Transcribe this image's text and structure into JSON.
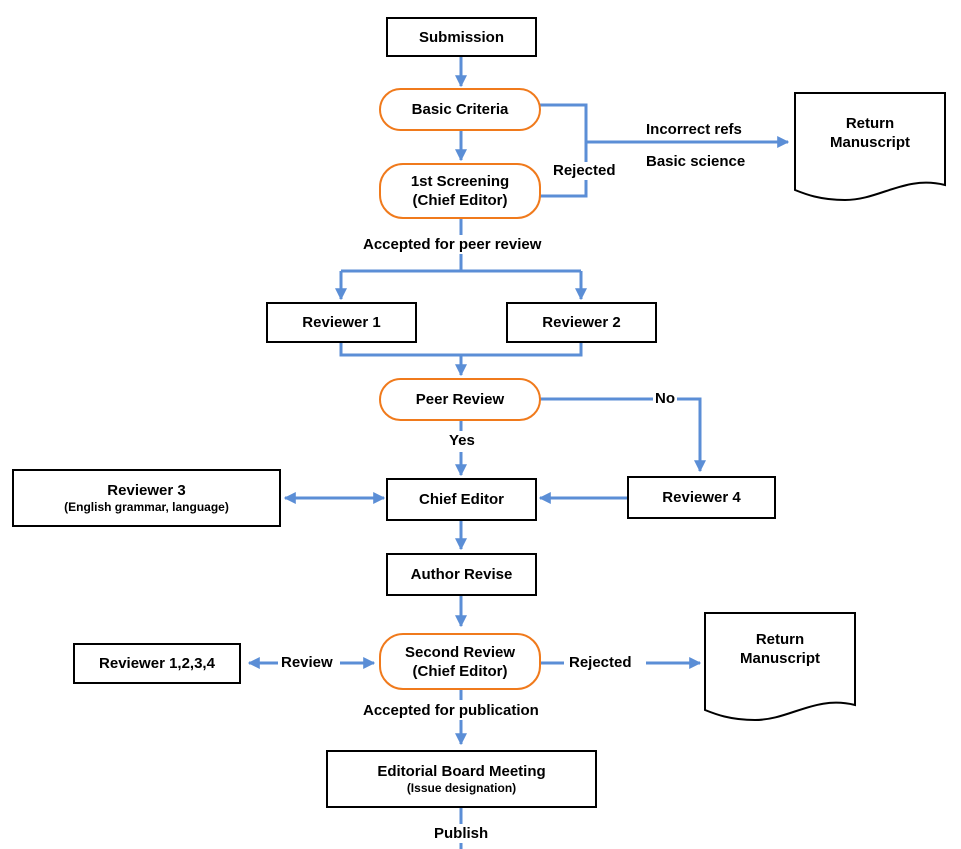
{
  "colors": {
    "arrow": "#5b8ed6",
    "decision_border": "#f07a1c",
    "box_border": "#000000"
  },
  "nodes": {
    "submission": "Submission",
    "basic_criteria": "Basic Criteria",
    "first_screening": {
      "line1": "1st Screening",
      "line2": "(Chief Editor)"
    },
    "reviewer1": "Reviewer 1",
    "reviewer2": "Reviewer 2",
    "peer_review": "Peer Review",
    "reviewer3": {
      "line1": "Reviewer 3",
      "line2": "(English grammar, language)"
    },
    "chief_editor": "Chief Editor",
    "reviewer4": "Reviewer 4",
    "author_revise": "Author Revise",
    "reviewer_all": "Reviewer 1,2,3,4",
    "second_review": {
      "line1": "Second Review",
      "line2": "(Chief Editor)"
    },
    "editorial_board": {
      "line1": "Editorial Board Meeting",
      "line2": "(Issue designation)"
    },
    "return_manuscript_1": {
      "line1": "Return",
      "line2": "Manuscript"
    },
    "return_manuscript_2": {
      "line1": "Return",
      "line2": "Manuscript"
    }
  },
  "labels": {
    "incorrect_refs": "Incorrect refs",
    "basic_science": "Basic science",
    "rejected_1": "Rejected",
    "accepted_peer": "Accepted for peer review",
    "no": "No",
    "yes": "Yes",
    "review": "Review",
    "rejected_2": "Rejected",
    "accepted_pub": "Accepted for publication",
    "publish": "Publish"
  }
}
